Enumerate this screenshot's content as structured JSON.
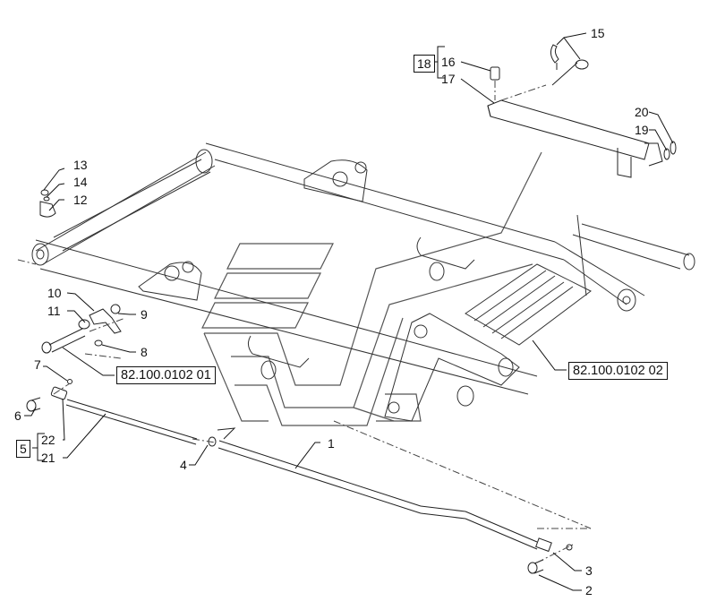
{
  "diagram": {
    "type": "exploded-parts-view",
    "callouts": [
      {
        "id": "c1",
        "label": "1"
      },
      {
        "id": "c2",
        "label": "2"
      },
      {
        "id": "c3",
        "label": "3"
      },
      {
        "id": "c4",
        "label": "4"
      },
      {
        "id": "c5",
        "label": "5"
      },
      {
        "id": "c6",
        "label": "6"
      },
      {
        "id": "c7",
        "label": "7"
      },
      {
        "id": "c8",
        "label": "8"
      },
      {
        "id": "c9",
        "label": "9"
      },
      {
        "id": "c10",
        "label": "10"
      },
      {
        "id": "c11",
        "label": "11"
      },
      {
        "id": "c12",
        "label": "12"
      },
      {
        "id": "c13",
        "label": "13"
      },
      {
        "id": "c14",
        "label": "14"
      },
      {
        "id": "c15",
        "label": "15"
      },
      {
        "id": "c16",
        "label": "16"
      },
      {
        "id": "c17",
        "label": "17"
      },
      {
        "id": "c18",
        "label": "18"
      },
      {
        "id": "c19",
        "label": "19"
      },
      {
        "id": "c20",
        "label": "20"
      },
      {
        "id": "c21",
        "label": "21"
      },
      {
        "id": "c22",
        "label": "22"
      }
    ],
    "assemblies": [
      {
        "label": "18",
        "contains": [
          "16",
          "17"
        ]
      },
      {
        "label": "5",
        "contains": [
          "22",
          "21"
        ]
      }
    ],
    "references": [
      {
        "id": "ref1",
        "label": "82.100.0102  01"
      },
      {
        "id": "ref2",
        "label": "82.100.0102  02"
      }
    ]
  }
}
